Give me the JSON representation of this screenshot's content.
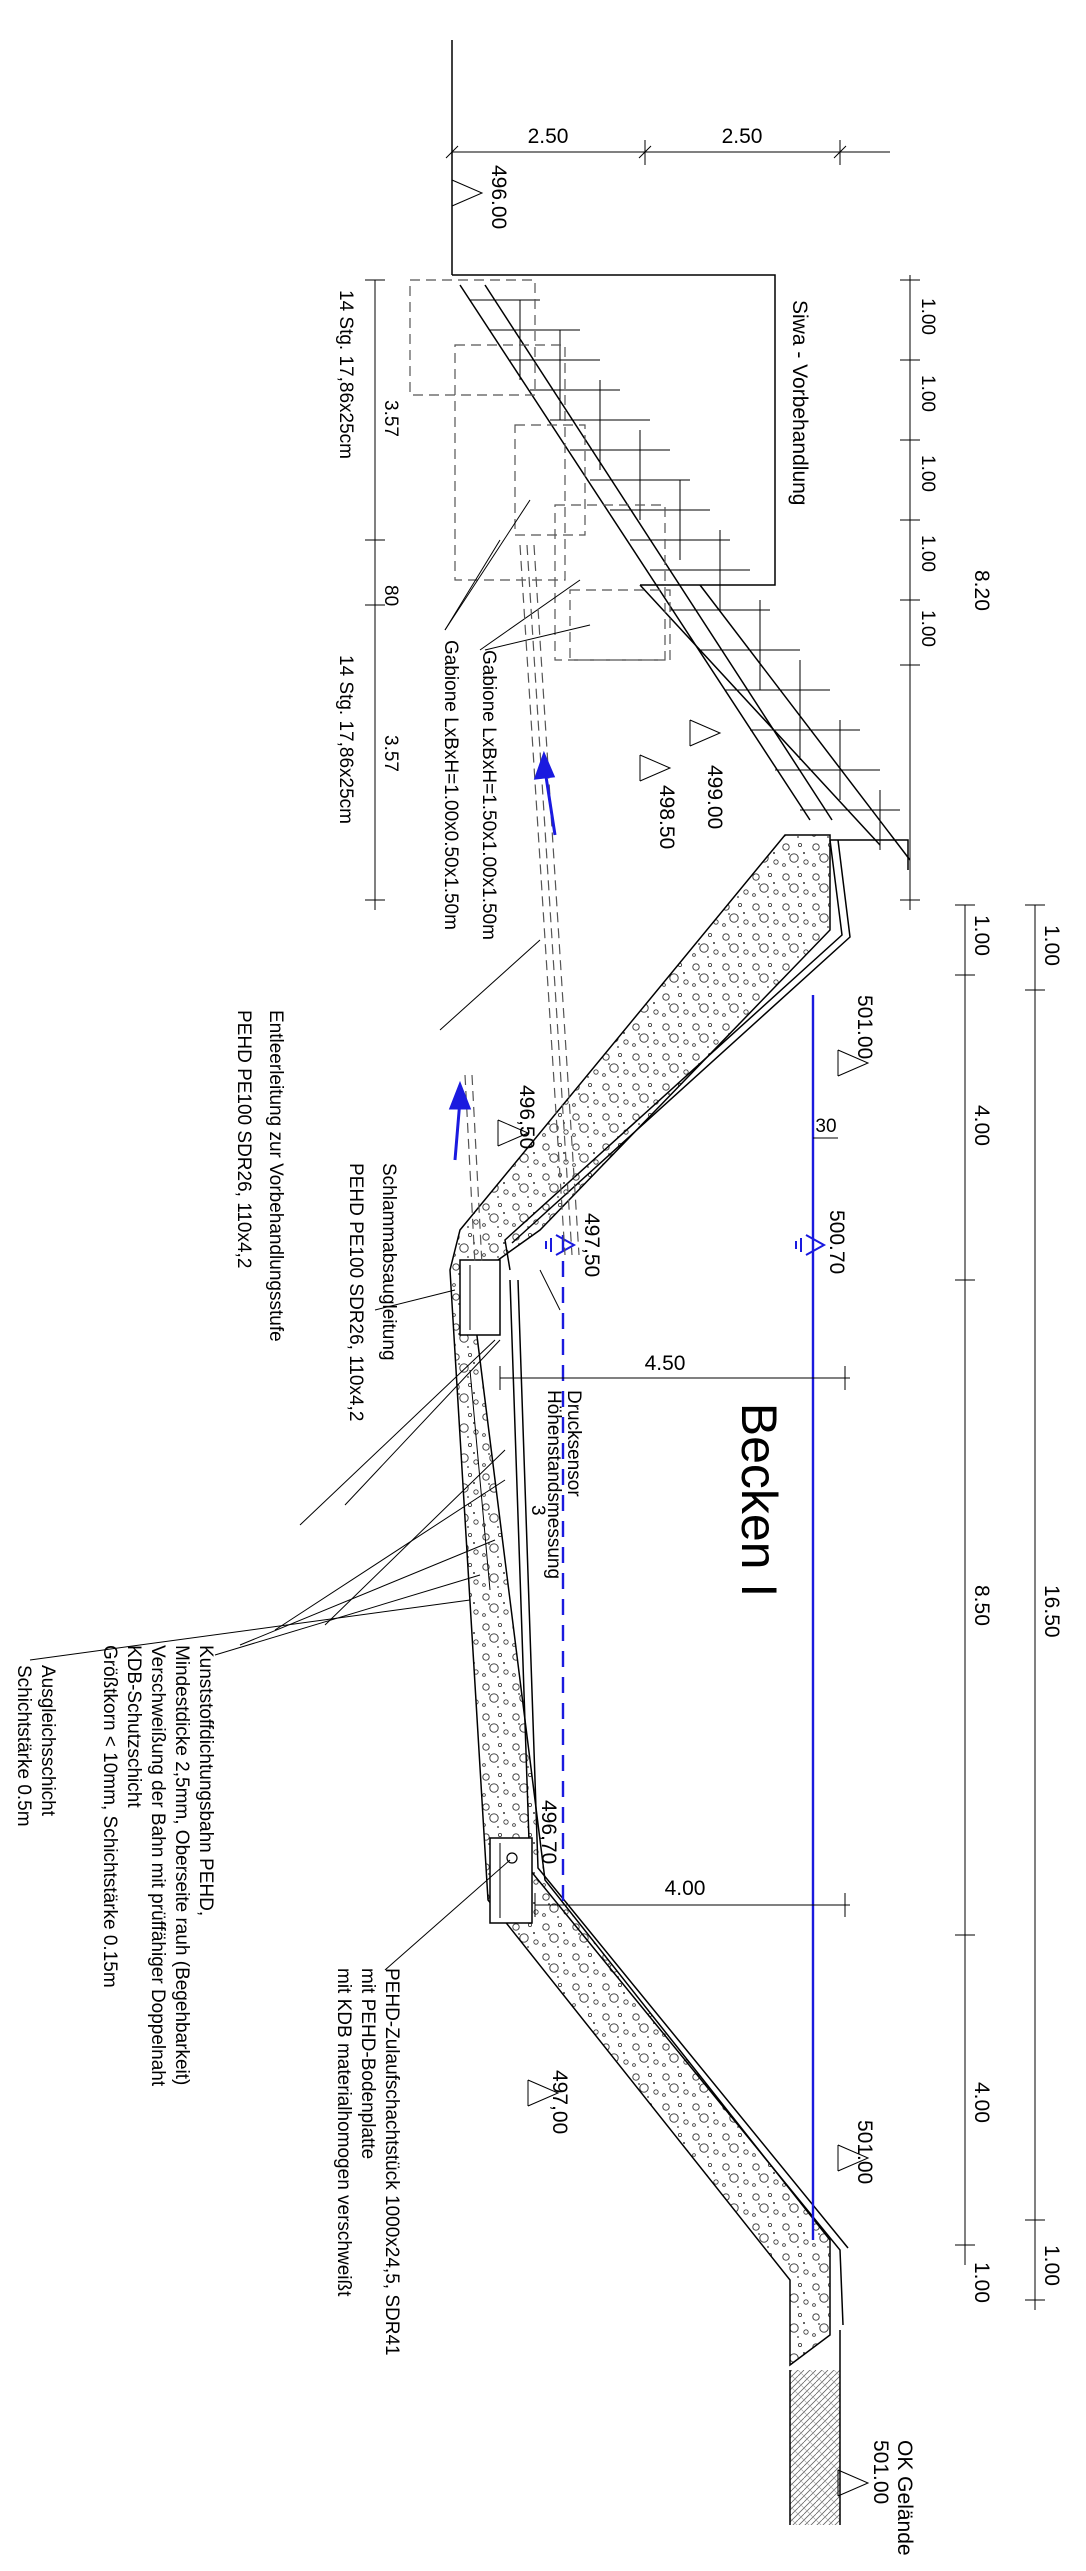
{
  "title": "Becken I",
  "labels": {
    "pretreatment": "Siwa - Vorbehandlung",
    "steps_upper": "14 Stg. 17,86x25cm",
    "steps_lower": "14 Stg. 17,86x25cm",
    "gabion_large": "Gabione LxBxH=1.50x1.00x1.50m",
    "gabion_small": "Gabione LxBxH=1.00x0.50x1.50m",
    "drain_pipe_1": "Entleerleitung zur Vorbehandlungsstufe",
    "drain_pipe_2": "PEHD PE100 SDR26, 110x4,2",
    "sludge_pipe_1": "Schlammabsaugleitung",
    "sludge_pipe_2": "PEHD PE100 SDR26, 110x4,2",
    "sensor_1": "Drucksensor",
    "sensor_2": "Höhenstandsmessung",
    "liner_1": "Kunststoffdichtungsbahn PEHD,",
    "liner_2": "Mindestdicke 2,5mm, Oberseite rauh (Begehbarkeit)",
    "liner_3": "Verschweißung der Bahn mit prüffähiger Doppelnaht",
    "protect_1": "KDB-Schutzschicht",
    "protect_2": "Größtkorn < 10mm, Schichtstärke 0.15m",
    "levelling_1": "Ausgleichsschicht",
    "levelling_2": "Schichtstärke 0.5m",
    "inlet_1": "PEHD-Zulaufschachtstück 1000x24,5, SDR41",
    "inlet_2": "mit PEHD-Bodenplatte",
    "inlet_3": "mit KDB materialhomogen verschweißt",
    "ground_1": "OK Gelände",
    "ground_2": "501.00",
    "slope_ratio": "3"
  },
  "elevations": {
    "e496_00": "496.00",
    "e499_00": "499.00",
    "e498_50": "498.50",
    "e501_00_left": "501.00",
    "e500_70": "500.70",
    "e496_50": "496,50",
    "e497_50": "497,50",
    "e496_70": "496,70",
    "e497_00": "497,00",
    "e501_00_right": "501.00"
  },
  "dimensions": {
    "top_a": "2.50",
    "top_b": "2.50",
    "stairs_1": "1.00",
    "stairs_2": "1.00",
    "stairs_3": "1.00",
    "stairs_4": "1.00",
    "stairs_5": "1.00",
    "stairs_total": "8.20",
    "run_a": "3.57",
    "run_gap": "80",
    "run_b": "3.57",
    "seg_1": "1.00",
    "seg_2": "4.00",
    "seg_3": "8.50",
    "seg_4": "4.00",
    "seg_5": "1.00",
    "overall_1": "1.00",
    "overall_2": "16.50",
    "overall_3": "1.00",
    "bottom_left": "4.50",
    "bottom_right": "4.00",
    "freeboard": "30"
  }
}
